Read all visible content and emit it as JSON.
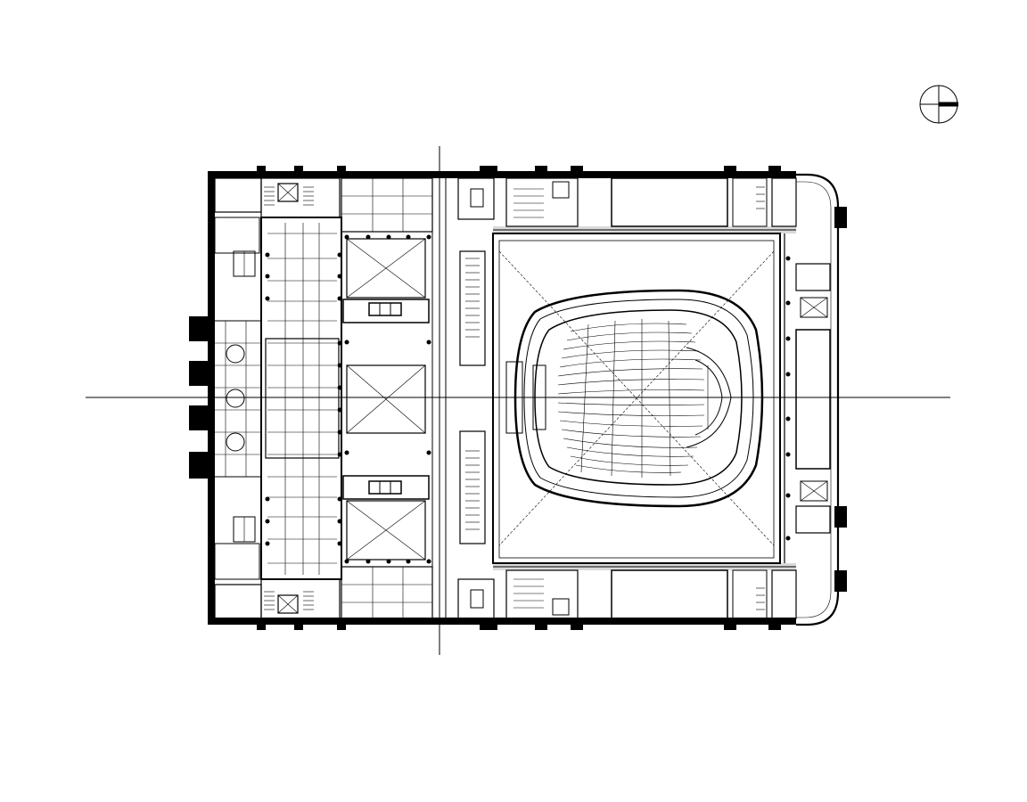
{
  "drawing": {
    "type": "architectural floor plan",
    "colors": {
      "background": "#ffffff",
      "line": "#000000"
    },
    "elements": {
      "north_arrow": "north-arrow-icon",
      "axis_lines": "crosshair-axis",
      "auditorium": "auditorium-seating",
      "stairs": "stair-icon",
      "elevators": "elevator-icon"
    }
  }
}
